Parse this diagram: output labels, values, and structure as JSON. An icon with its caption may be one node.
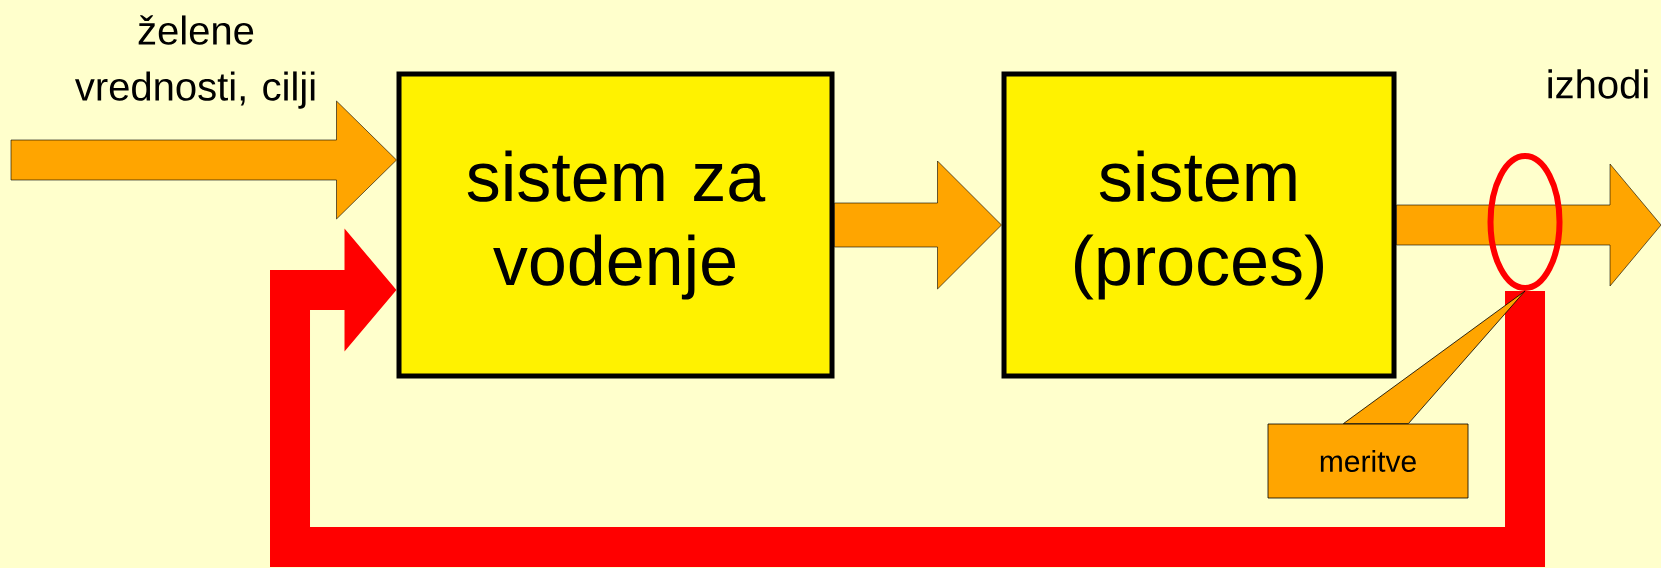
{
  "diagram": {
    "nodes": [
      {
        "text": [
          "sistem za vodenje"
        ]
      },
      {
        "text": [
          "sistem (proces)"
        ]
      },
      {
        "text": [],
        "shape": "ellipse"
      },
      {
        "text": [
          "meritve"
        ]
      }
    ],
    "edges": [
      {
        "from": null,
        "to": 0,
        "arrow": "to"
      },
      {
        "from": 0,
        "to": 1,
        "arrow": "to"
      },
      {
        "from": 1,
        "to": null,
        "arrow": "to"
      },
      {
        "from": 2,
        "to": 0,
        "arrow": "to",
        "color": "#ff0000"
      },
      {
        "from": 3,
        "to": 2,
        "arrow": "none"
      }
    ],
    "labels": [
      "želene vrednosti, cilji",
      "izhodi"
    ]
  }
}
